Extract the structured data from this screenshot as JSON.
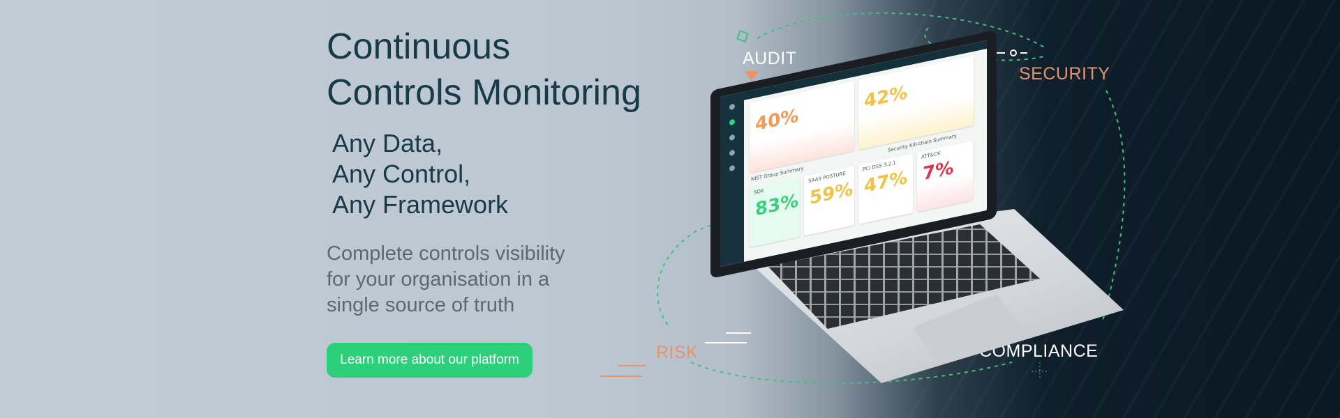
{
  "hero": {
    "title_line1": "Continuous",
    "title_line2": "Controls Monitoring",
    "tagline_line1": "Any Data,",
    "tagline_line2": "Any Control,",
    "tagline_line3": "Any Framework",
    "description_line1": "Complete controls visibility",
    "description_line2": "for your organisation in a",
    "description_line3": "single source of truth",
    "cta_label": "Learn more about our platform"
  },
  "labels": {
    "audit": "AUDIT",
    "security": "SECURITY",
    "risk": "RISK",
    "compliance": "COMPLIANCE"
  },
  "dashboard": {
    "cards": [
      {
        "caption": "",
        "value": "40%"
      },
      {
        "caption": "",
        "value": "42%"
      },
      {
        "caption": "SOX",
        "value": "83%"
      },
      {
        "caption": "SAAS POSTURE",
        "value": "59%"
      },
      {
        "caption": "PCI DSS 3.2.1",
        "value": "47%"
      },
      {
        "caption": "ATT&CK",
        "value": "7%"
      }
    ],
    "section_nist": "NIST Group Summary",
    "section_security": "Security Kill-chain Summary"
  },
  "colors": {
    "accent_green": "#2ccf7a",
    "title_text": "#163a48",
    "orange_label": "#e8936a",
    "dark_bg": "#0a1823"
  }
}
